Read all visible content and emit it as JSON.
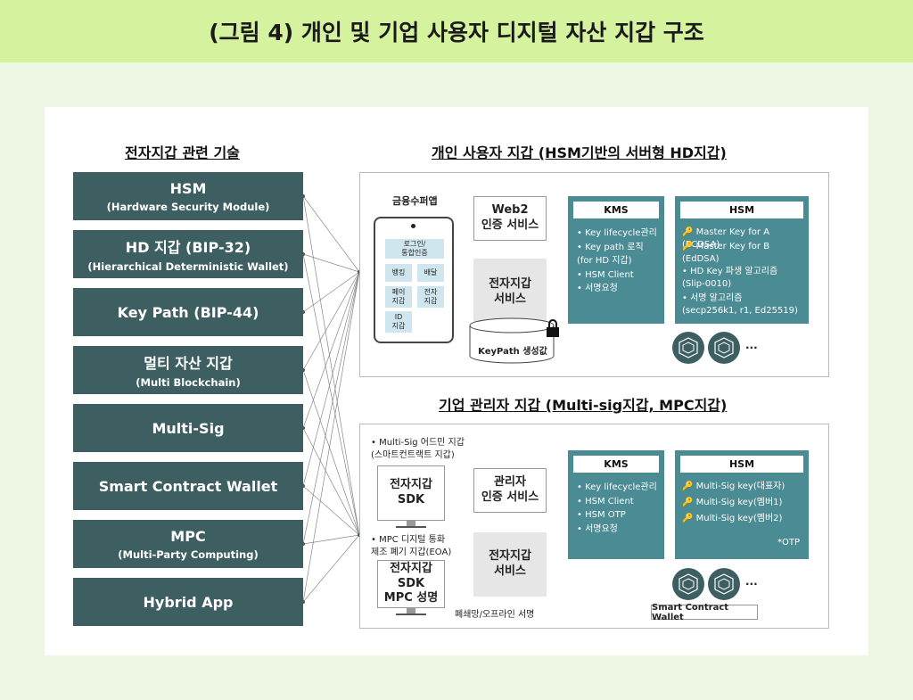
{
  "title": "(그림 4) 개인 및 기업 사용자 디지털 자산 지갑 구조",
  "left": {
    "title": "전자지갑 관련 기술",
    "items": [
      {
        "label": "HSM",
        "sub": "(Hardware Security Module)"
      },
      {
        "label": "HD 지갑 (BIP-32)",
        "sub": "(Hierarchical Deterministic Wallet)"
      },
      {
        "label": "Key Path (BIP-44)",
        "sub": ""
      },
      {
        "label": "멀티 자산 지갑",
        "sub": "(Multi Blockchain)"
      },
      {
        "label": "Multi-Sig",
        "sub": ""
      },
      {
        "label": "Smart Contract Wallet",
        "sub": ""
      },
      {
        "label": "MPC",
        "sub": "(Multi-Party Computing)"
      },
      {
        "label": "Hybrid App",
        "sub": ""
      }
    ]
  },
  "personal": {
    "title": "개인 사용자 지갑 (HSM기반의 서버형 HD지갑)",
    "app_label": "금융수퍼앱",
    "tiles": [
      "로그인/\n통합인증",
      "뱅킹",
      "배달",
      "페이\n지갑",
      "전자\n지갑",
      "ID\n지갑"
    ],
    "web2": "Web2\n인증 서비스",
    "wallet_service": "전자지갑\n서비스",
    "db_label": "KeyPath 생성값",
    "kms": {
      "title": "KMS",
      "items": [
        "• Key lifecycle관리",
        "• Key path 로직\n  (for HD 지갑)",
        "• HSM Client",
        "• 서명요청"
      ]
    },
    "hsm": {
      "title": "HSM",
      "keys": [
        "Master Key for A (ECDSA)",
        "Master Key for B (EdDSA)"
      ],
      "items": [
        "• HD Key 파생 알고리즘\n  (Slip-0010)",
        "• 서명 알고리즘\n  (secp256k1, r1, Ed25519)"
      ]
    },
    "ellipsis": "..."
  },
  "enterprise": {
    "title": "기업 관리자 지갑 (Multi-sig지갑, MPC지갑)",
    "note1": "• Multi-Sig 어드민 지갑\n  (스마트컨트랙트 지갑)",
    "sdk1": "전자지갑\nSDK",
    "note2": "• MPC 디지털 통화\n  제조 폐기 지갑(EOA)",
    "sdk2": "전자지갑SDK\nMPC 성명",
    "admin_auth": "관리자\n인증 서비스",
    "wallet_service": "전자지갑\n서비스",
    "offline": "폐쇄망/오프라인 서명",
    "kms": {
      "title": "KMS",
      "items": [
        "• Key lifecycle관리",
        "• HSM Client",
        "• HSM OTP",
        "• 서명요청"
      ]
    },
    "hsm": {
      "title": "HSM",
      "keys": [
        "Multi-Sig key(대표자)",
        "Multi-Sig key(멤버1)",
        "Multi-Sig key(멤버2)"
      ],
      "otp": "*OTP"
    },
    "scw": "Smart Contract Wallet",
    "ellipsis": "..."
  },
  "colors": {
    "title_bg": "#d5f29e",
    "bg": "#eef7e3",
    "tech": "#3e5f61",
    "teal": "#4b8b93",
    "gray": "#e6e6e6"
  }
}
